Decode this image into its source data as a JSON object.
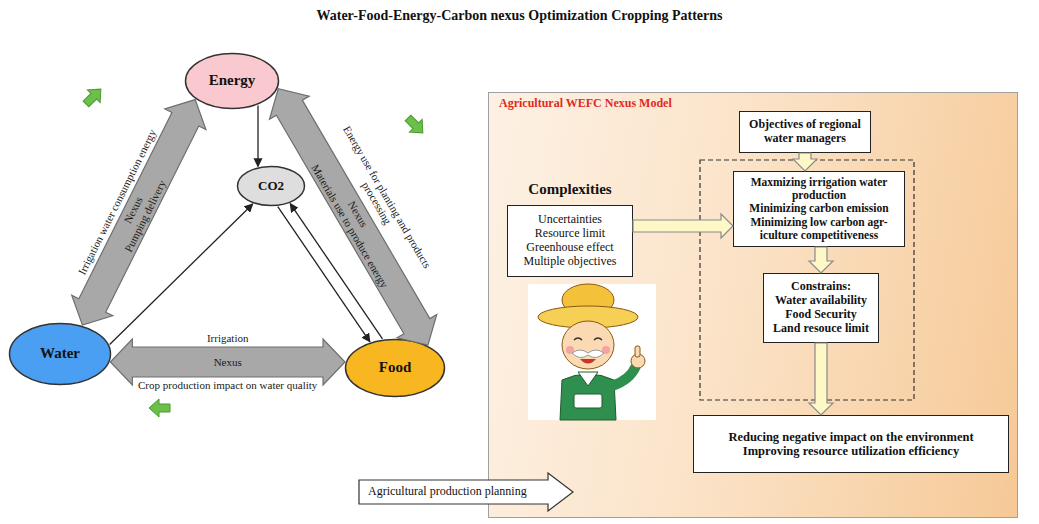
{
  "diagram": {
    "title": "Water-Food-Energy-Carbon nexus Optimization Cropping Patterns",
    "nodes": [
      {
        "text": [
          "Energy"
        ]
      },
      {
        "text": [
          "CO2"
        ]
      },
      {
        "text": [
          "Water"
        ]
      },
      {
        "text": [
          "Food"
        ]
      },
      {
        "text": [
          "Agricultural production planning"
        ]
      },
      {
        "text": [
          "Agricultural WEFC Nexus Model"
        ]
      },
      {
        "text": [
          "Objectives of regional water managers"
        ],
        "in": 5
      },
      {
        "text": [
          "Complexities",
          "Uncertainties",
          "Resource limit",
          "Greenhouse effect",
          "Multiple objectives"
        ],
        "in": 5
      },
      {
        "text": [
          "Maxmizing irrigation water production",
          "Minimizing carbon emission",
          "Minimizing low carbon agr- iculture competitiveness"
        ],
        "in": 5
      },
      {
        "text": [
          "Constrains:",
          "Water availability",
          "Food Security",
          "Land resouce limit"
        ],
        "in": 5
      },
      {
        "text": [
          "Reducing negative impact on the environment",
          "Improving resource utilization efficiency"
        ],
        "in": 5
      }
    ],
    "edges": [
      {
        "from": 2,
        "to": 0,
        "label": "Nexus",
        "arrow": "both"
      },
      {
        "from": 0,
        "to": 3,
        "label": "Nexus",
        "arrow": "both"
      },
      {
        "from": 2,
        "to": 3,
        "label": "Nexus",
        "arrow": "both"
      },
      {
        "from": 0,
        "to": 1,
        "arrow": "to"
      },
      {
        "from": 2,
        "to": 1,
        "arrow": "to"
      },
      {
        "from": 1,
        "to": 3,
        "arrow": "to"
      },
      {
        "from": 3,
        "to": 1,
        "arrow": "to"
      },
      {
        "from": 7,
        "to": 8,
        "arrow": "to"
      },
      {
        "from": 6,
        "to": 8,
        "arrow": "to"
      },
      {
        "from": 8,
        "to": 9,
        "arrow": "to"
      },
      {
        "from": 9,
        "to": 10,
        "arrow": "to"
      }
    ],
    "labels": [
      "Irrigation water consumption energy",
      "Pumping delivery",
      "Energy use for planting and products processing",
      "Materials use to produce energy",
      "Irrigation",
      "Crop production impact on water quality"
    ]
  }
}
